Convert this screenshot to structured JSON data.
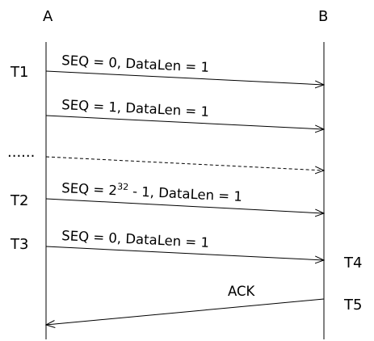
{
  "hosts": {
    "a": "A",
    "b": "B"
  },
  "times": {
    "t1": "T1",
    "t2": "T2",
    "t3": "T3",
    "t4": "T4",
    "t5": "T5",
    "ellipsis": "......"
  },
  "messages": {
    "m1": "SEQ = 0, DataLen = 1",
    "m2": "SEQ = 1, DataLen = 1",
    "m3_prefix": "SEQ = 2",
    "m3_exp": "32",
    "m3_suffix": " - 1, DataLen = 1",
    "m4": "SEQ = 0, DataLen = 1",
    "ack": "ACK"
  }
}
